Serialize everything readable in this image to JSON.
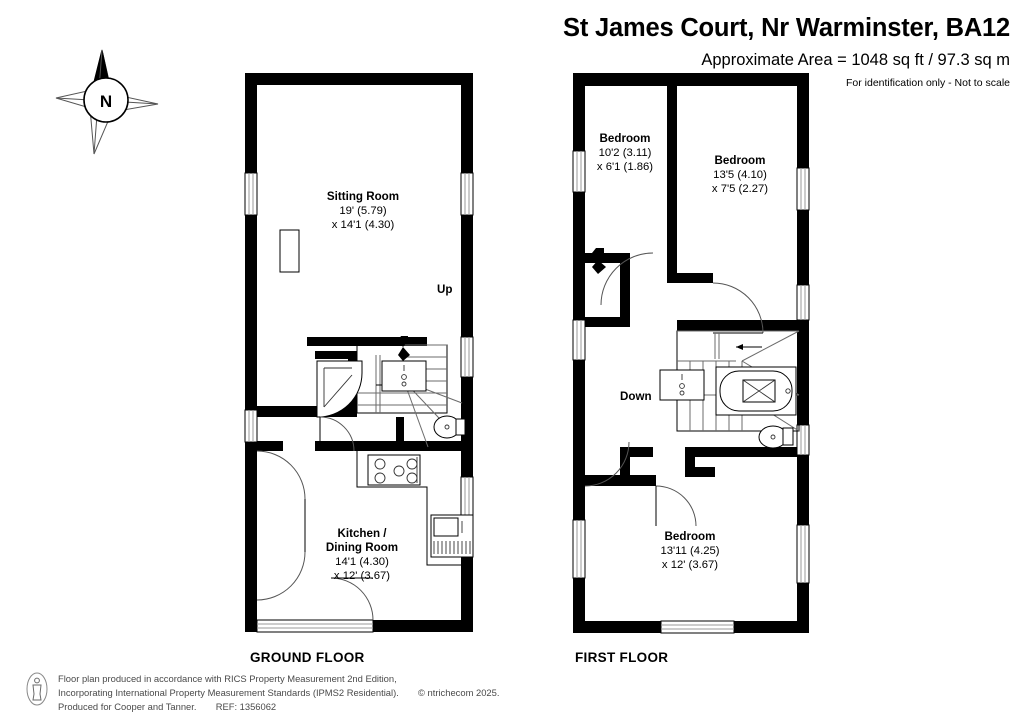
{
  "header": {
    "title": "St James Court, Nr Warminster, BA12",
    "area": "Approximate Area = 1048 sq ft / 97.3 sq m",
    "disclaimer": "For identification only - Not to scale"
  },
  "compass": {
    "label": "N",
    "icon": "compass-rose-icon"
  },
  "floors": [
    {
      "key": "ground",
      "label": "GROUND FLOOR",
      "rooms": [
        {
          "name": "Sitting Room",
          "dim1": "19' (5.79)",
          "dim2": "x 14'1 (4.30)"
        },
        {
          "name": "Kitchen /",
          "name2": "Dining Room",
          "dim1": "14'1 (4.30)",
          "dim2": "x 12' (3.67)"
        }
      ],
      "stair_label": "Up"
    },
    {
      "key": "first",
      "label": "FIRST FLOOR",
      "rooms": [
        {
          "name": "Bedroom",
          "dim1": "10'2 (3.11)",
          "dim2": "x 6'1 (1.86)"
        },
        {
          "name": "Bedroom",
          "dim1": "13'5 (4.10)",
          "dim2": "x 7'5 (2.27)"
        },
        {
          "name": "Bedroom",
          "dim1": "13'11 (4.25)",
          "dim2": "x 12' (3.67)"
        }
      ],
      "stair_label": "Down"
    }
  ],
  "footer": {
    "line1": "Floor plan produced in accordance with RICS Property Measurement 2nd Edition,",
    "line2": "Incorporating International Property Measurement Standards (IPMS2 Residential).",
    "copyright": "© ntrichecom 2025.",
    "line3": "Produced for Cooper and Tanner.",
    "ref": "REF:  1356062"
  },
  "colors": {
    "wall": "#000000",
    "background": "#ffffff",
    "text": "#000000",
    "footer_text": "#4a4a4a",
    "stair_line": "#6b6b6b"
  }
}
